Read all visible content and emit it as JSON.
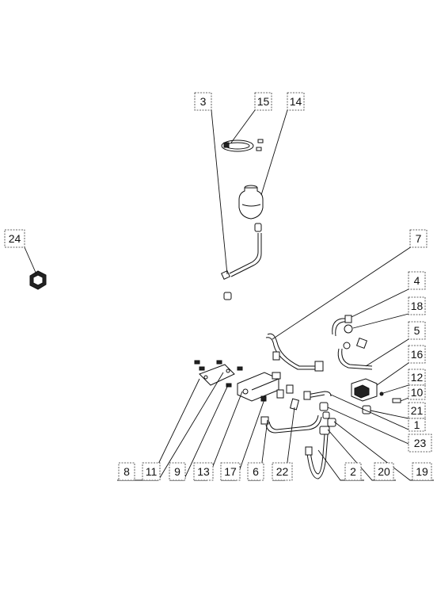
{
  "callouts": [
    "1",
    "2",
    "3",
    "4",
    "5",
    "6",
    "7",
    "8",
    "9",
    "10",
    "11",
    "12",
    "13",
    "14",
    "15",
    "16",
    "17",
    "18",
    "19",
    "20",
    "21",
    "22",
    "23",
    "24"
  ]
}
